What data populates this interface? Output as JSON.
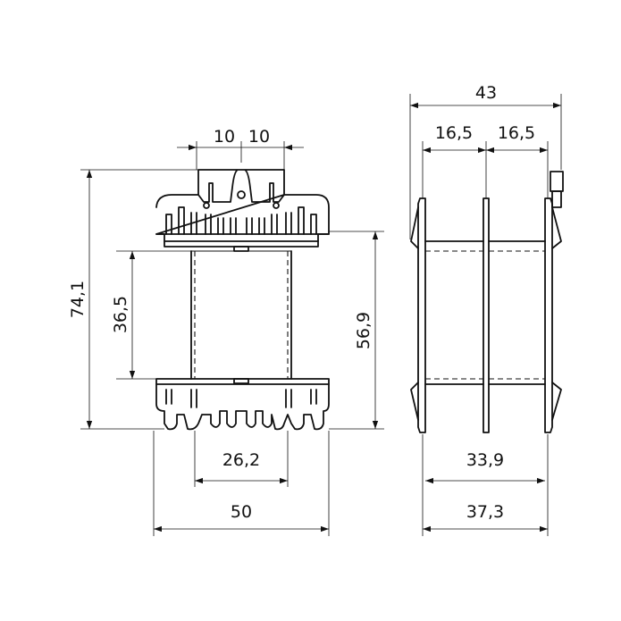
{
  "drawing": {
    "front_view": {
      "dim_pin_pitch_left": "10",
      "dim_pin_pitch_right": "10",
      "dim_total_height": "74,1",
      "dim_window_height": "36,5",
      "dim_flange_height": "56,9",
      "dim_core_width": "26,2",
      "dim_total_width": "50"
    },
    "side_view": {
      "dim_total_depth": "43",
      "dim_chamber_left": "16,5",
      "dim_chamber_right": "16,5",
      "dim_inner_depth": "33,9",
      "dim_body_depth": "37,3"
    }
  }
}
